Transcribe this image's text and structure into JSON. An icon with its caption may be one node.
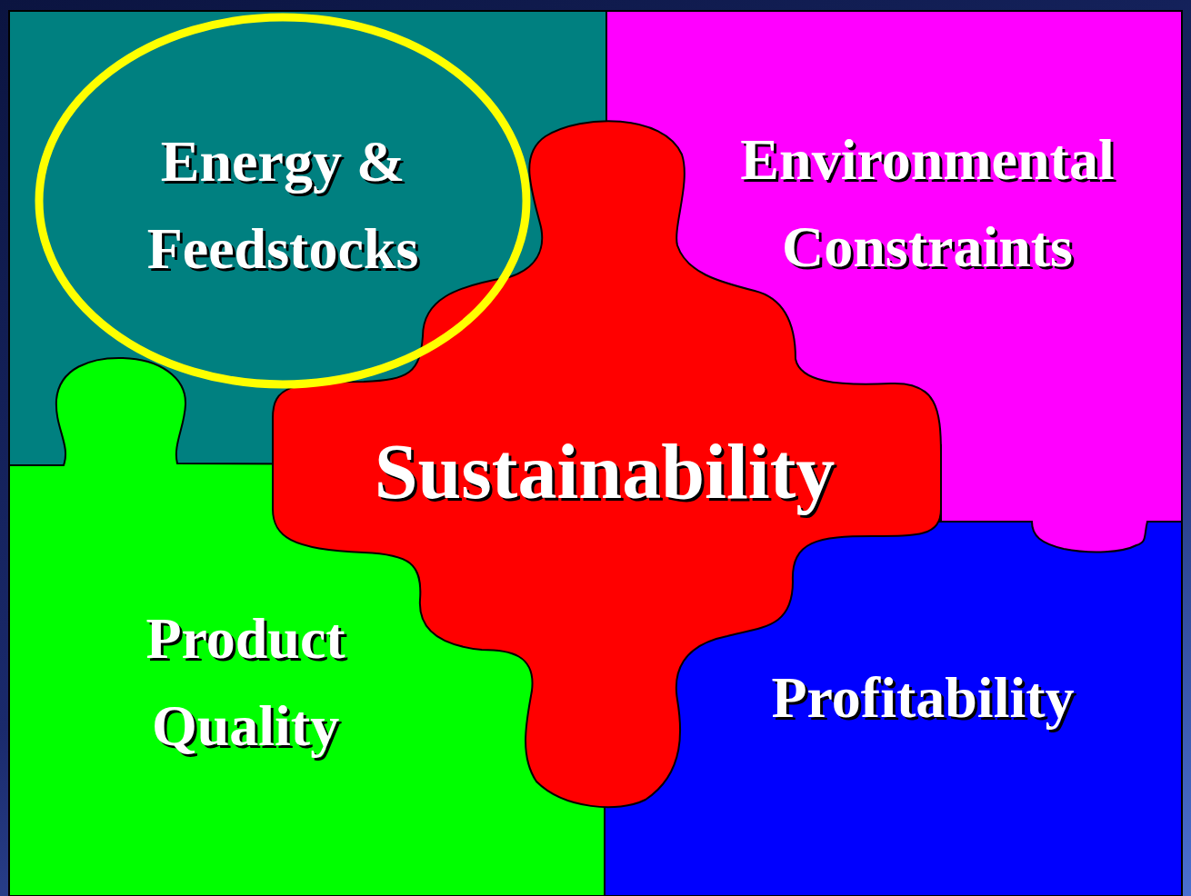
{
  "diagram": {
    "nodes": [
      {
        "text": [],
        "shape": "box"
      },
      {
        "text": [
          "Energy & Feedstocks"
        ],
        "in": 0
      },
      {
        "text": [
          "Environmental Constraints"
        ]
      },
      {
        "text": [
          "Sustainability"
        ]
      },
      {
        "text": [
          "Product Quality"
        ]
      },
      {
        "text": [
          "Profitability"
        ]
      }
    ]
  }
}
